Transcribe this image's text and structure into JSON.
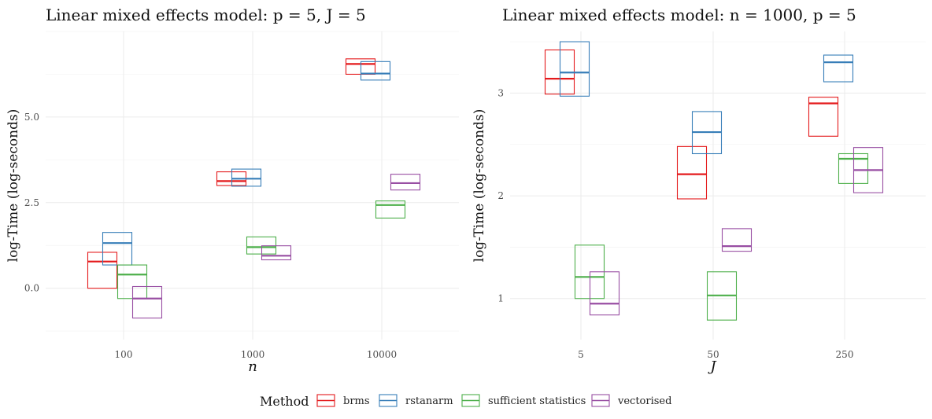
{
  "colors": {
    "brms": "#e41a1c",
    "rstanarm": "#377eb8",
    "sufficient statistics": "#4daf4a",
    "vectorised": "#984ea3"
  },
  "legend": {
    "title": "Method",
    "items": [
      "brms",
      "rstanarm",
      "sufficient statistics",
      "vectorised"
    ],
    "placement": "bottom"
  },
  "chart_data": [
    {
      "type": "boxplot",
      "title": "Linear mixed effects model: p = 5, J = 5",
      "xlabel": "n",
      "ylabel": "log-Time (log-seconds)",
      "categories": [
        "100",
        "1000",
        "10000"
      ],
      "ylim": [
        -1.5,
        7.5
      ],
      "yticks": [
        0.0,
        2.5,
        5.0
      ],
      "ytick_labels": [
        "0.0",
        "2.5",
        "5.0"
      ],
      "grid": true,
      "series": [
        {
          "name": "brms",
          "boxes": [
            {
              "q1": 0.0,
              "median": 0.78,
              "q3": 1.05
            },
            {
              "q1": 3.0,
              "median": 3.13,
              "q3": 3.4
            },
            {
              "q1": 6.25,
              "median": 6.55,
              "q3": 6.7
            }
          ]
        },
        {
          "name": "rstanarm",
          "boxes": [
            {
              "q1": 0.68,
              "median": 1.32,
              "q3": 1.63
            },
            {
              "q1": 2.98,
              "median": 3.2,
              "q3": 3.48
            },
            {
              "q1": 6.08,
              "median": 6.27,
              "q3": 6.62
            }
          ]
        },
        {
          "name": "sufficient statistics",
          "boxes": [
            {
              "q1": -0.3,
              "median": 0.4,
              "q3": 0.68
            },
            {
              "q1": 1.0,
              "median": 1.2,
              "q3": 1.5
            },
            {
              "q1": 2.05,
              "median": 2.43,
              "q3": 2.55
            }
          ]
        },
        {
          "name": "vectorised",
          "boxes": [
            {
              "q1": -0.87,
              "median": -0.3,
              "q3": 0.05
            },
            {
              "q1": 0.83,
              "median": 0.95,
              "q3": 1.24
            },
            {
              "q1": 2.87,
              "median": 3.07,
              "q3": 3.33
            }
          ]
        }
      ]
    },
    {
      "type": "boxplot",
      "title": "Linear mixed effects model: n = 1000, p = 5",
      "xlabel": "J",
      "ylabel": "log-Time (log-seconds)",
      "categories": [
        "5",
        "50",
        "250"
      ],
      "ylim": [
        0.6,
        3.6
      ],
      "yticks": [
        1,
        2,
        3
      ],
      "ytick_labels": [
        "1",
        "2",
        "3"
      ],
      "grid": true,
      "series": [
        {
          "name": "brms",
          "boxes": [
            {
              "q1": 2.99,
              "median": 3.14,
              "q3": 3.42
            },
            {
              "q1": 1.97,
              "median": 2.21,
              "q3": 2.48
            },
            {
              "q1": 2.58,
              "median": 2.9,
              "q3": 2.96
            }
          ]
        },
        {
          "name": "rstanarm",
          "boxes": [
            {
              "q1": 2.97,
              "median": 3.2,
              "q3": 3.5
            },
            {
              "q1": 2.41,
              "median": 2.62,
              "q3": 2.82
            },
            {
              "q1": 3.11,
              "median": 3.3,
              "q3": 3.37
            }
          ]
        },
        {
          "name": "sufficient statistics",
          "boxes": [
            {
              "q1": 1.0,
              "median": 1.21,
              "q3": 1.52
            },
            {
              "q1": 0.79,
              "median": 1.03,
              "q3": 1.26
            },
            {
              "q1": 2.12,
              "median": 2.36,
              "q3": 2.41
            }
          ]
        },
        {
          "name": "vectorised",
          "boxes": [
            {
              "q1": 0.84,
              "median": 0.95,
              "q3": 1.26
            },
            {
              "q1": 1.46,
              "median": 1.51,
              "q3": 1.68
            },
            {
              "q1": 2.03,
              "median": 2.25,
              "q3": 2.47
            }
          ]
        }
      ]
    }
  ]
}
